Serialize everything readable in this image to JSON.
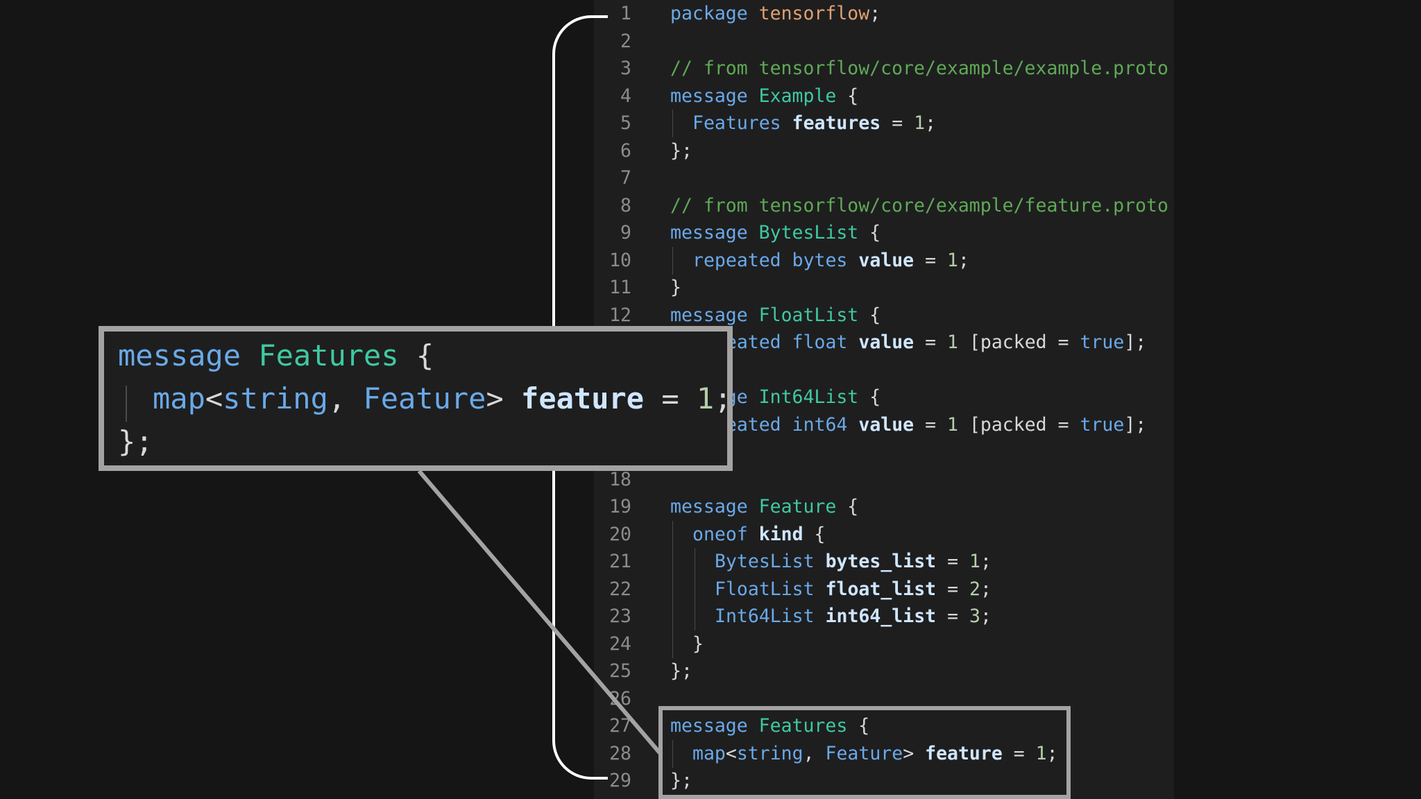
{
  "editor": {
    "lines": [
      {
        "n": "1",
        "tokens": [
          [
            "kw",
            "package"
          ],
          [
            "op",
            " "
          ],
          [
            "pkg",
            "tensorflow"
          ],
          [
            "op",
            ";"
          ]
        ]
      },
      {
        "n": "2",
        "tokens": []
      },
      {
        "n": "3",
        "tokens": [
          [
            "cm",
            "// from tensorflow/core/example/example.proto"
          ]
        ]
      },
      {
        "n": "4",
        "tokens": [
          [
            "kw",
            "message"
          ],
          [
            "op",
            " "
          ],
          [
            "ty",
            "Example"
          ],
          [
            "op",
            " {"
          ]
        ]
      },
      {
        "n": "5",
        "tokens": [
          [
            "typ",
            "Features"
          ],
          [
            "op",
            " "
          ],
          [
            "id",
            "features"
          ],
          [
            "op",
            " = "
          ],
          [
            "num",
            "1"
          ],
          [
            "op",
            ";"
          ]
        ]
      },
      {
        "n": "6",
        "tokens": [
          [
            "op",
            "};"
          ]
        ]
      },
      {
        "n": "7",
        "tokens": []
      },
      {
        "n": "8",
        "tokens": [
          [
            "cm",
            "// from tensorflow/core/example/feature.proto"
          ]
        ]
      },
      {
        "n": "9",
        "tokens": [
          [
            "kw",
            "message"
          ],
          [
            "op",
            " "
          ],
          [
            "ty",
            "BytesList"
          ],
          [
            "op",
            " {"
          ]
        ]
      },
      {
        "n": "10",
        "tokens": [
          [
            "kw",
            "repeated"
          ],
          [
            "op",
            " "
          ],
          [
            "kw",
            "bytes"
          ],
          [
            "op",
            " "
          ],
          [
            "id",
            "value"
          ],
          [
            "op",
            " = "
          ],
          [
            "num",
            "1"
          ],
          [
            "op",
            ";"
          ]
        ]
      },
      {
        "n": "11",
        "tokens": [
          [
            "op",
            "}"
          ]
        ]
      },
      {
        "n": "12",
        "tokens": [
          [
            "kw",
            "message"
          ],
          [
            "op",
            " "
          ],
          [
            "ty",
            "FloatList"
          ],
          [
            "op",
            " {"
          ]
        ]
      },
      {
        "n": "",
        "tokens": [
          [
            "kw",
            "repeated"
          ],
          [
            "op",
            " "
          ],
          [
            "kw",
            "float"
          ],
          [
            "op",
            " "
          ],
          [
            "id",
            "value"
          ],
          [
            "op",
            " = "
          ],
          [
            "num",
            "1"
          ],
          [
            "op",
            " [packed = "
          ],
          [
            "bool",
            "true"
          ],
          [
            "op",
            "];"
          ]
        ]
      },
      {
        "n": "",
        "tokens": []
      },
      {
        "n": "",
        "tokens": [
          [
            "kw",
            "message"
          ],
          [
            "op",
            " "
          ],
          [
            "ty",
            "Int64List"
          ],
          [
            "op",
            " {"
          ]
        ]
      },
      {
        "n": "",
        "tokens": [
          [
            "kw",
            "repeated"
          ],
          [
            "op",
            " "
          ],
          [
            "kw",
            "int64"
          ],
          [
            "op",
            " "
          ],
          [
            "id",
            "value"
          ],
          [
            "op",
            " = "
          ],
          [
            "num",
            "1"
          ],
          [
            "op",
            " [packed = "
          ],
          [
            "bool",
            "true"
          ],
          [
            "op",
            "];"
          ]
        ]
      },
      {
        "n": "",
        "tokens": []
      },
      {
        "n": "18",
        "tokens": []
      },
      {
        "n": "19",
        "tokens": [
          [
            "kw",
            "message"
          ],
          [
            "op",
            " "
          ],
          [
            "ty",
            "Feature"
          ],
          [
            "op",
            " {"
          ]
        ]
      },
      {
        "n": "20",
        "tokens": [
          [
            "kw",
            "oneof"
          ],
          [
            "op",
            " "
          ],
          [
            "id",
            "kind"
          ],
          [
            "op",
            " {"
          ]
        ]
      },
      {
        "n": "21",
        "tokens": [
          [
            "typ",
            "BytesList"
          ],
          [
            "op",
            " "
          ],
          [
            "id",
            "bytes_list"
          ],
          [
            "op",
            " = "
          ],
          [
            "num",
            "1"
          ],
          [
            "op",
            ";"
          ]
        ]
      },
      {
        "n": "22",
        "tokens": [
          [
            "typ",
            "FloatList"
          ],
          [
            "op",
            " "
          ],
          [
            "id",
            "float_list"
          ],
          [
            "op",
            " = "
          ],
          [
            "num",
            "2"
          ],
          [
            "op",
            ";"
          ]
        ]
      },
      {
        "n": "23",
        "tokens": [
          [
            "typ",
            "Int64List"
          ],
          [
            "op",
            " "
          ],
          [
            "id",
            "int64_list"
          ],
          [
            "op",
            " = "
          ],
          [
            "num",
            "3"
          ],
          [
            "op",
            ";"
          ]
        ]
      },
      {
        "n": "24",
        "tokens": [
          [
            "op",
            "}"
          ]
        ]
      },
      {
        "n": "25",
        "tokens": [
          [
            "op",
            "};"
          ]
        ]
      },
      {
        "n": "26",
        "tokens": []
      },
      {
        "n": "27",
        "tokens": [
          [
            "kw",
            "message"
          ],
          [
            "op",
            " "
          ],
          [
            "ty",
            "Features"
          ],
          [
            "op",
            " {"
          ]
        ]
      },
      {
        "n": "28",
        "tokens": [
          [
            "kw",
            "map"
          ],
          [
            "op",
            "<"
          ],
          [
            "kw",
            "string"
          ],
          [
            "op",
            ", "
          ],
          [
            "typ",
            "Feature"
          ],
          [
            "op",
            "> "
          ],
          [
            "id",
            "feature"
          ],
          [
            "op",
            " = "
          ],
          [
            "num",
            "1"
          ],
          [
            "op",
            ";"
          ]
        ]
      },
      {
        "n": "29",
        "tokens": [
          [
            "op",
            "};"
          ]
        ]
      }
    ]
  },
  "zoom": {
    "lines": [
      [
        [
          "kw",
          "message"
        ],
        [
          "op",
          " "
        ],
        [
          "ty",
          "Features"
        ],
        [
          "op",
          " {"
        ]
      ],
      [
        [
          "kw",
          "map"
        ],
        [
          "op",
          "<"
        ],
        [
          "kw",
          "string"
        ],
        [
          "op",
          ", "
        ],
        [
          "typ",
          "Feature"
        ],
        [
          "op",
          "> "
        ],
        [
          "id",
          "feature"
        ],
        [
          "op",
          " = "
        ],
        [
          "num",
          "1"
        ],
        [
          "op",
          ";"
        ]
      ],
      [
        [
          "op",
          "};"
        ]
      ]
    ]
  }
}
